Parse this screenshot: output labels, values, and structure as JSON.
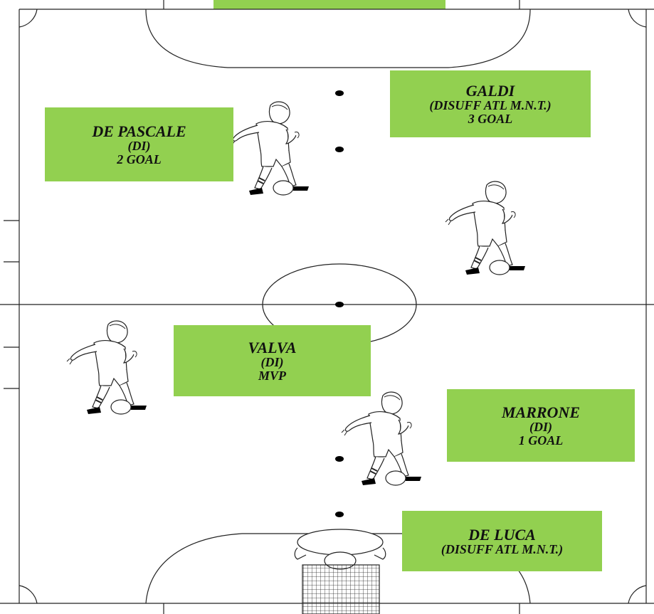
{
  "players": [
    {
      "name": "GALDI",
      "lines": [
        "(DISUFF ATL M.N.T.)",
        "3 GOAL"
      ]
    },
    {
      "name": "DE PASCALE",
      "lines": [
        "(DI)",
        "2 GOAL"
      ]
    },
    {
      "name": "VALVA",
      "lines": [
        "(DI)",
        "MVP"
      ]
    },
    {
      "name": "MARRONE",
      "lines": [
        "(DI)",
        "1 GOAL"
      ]
    },
    {
      "name": "DE LUCA",
      "lines": [
        "(DISUFF ATL M.N.T.)"
      ]
    }
  ],
  "colors": {
    "label_fill": "#92d050",
    "line": "#222222",
    "spot": "#000000"
  },
  "icons": [
    "player-icon",
    "goalkeeper-icon",
    "goal-net-icon",
    "ball-icon"
  ]
}
